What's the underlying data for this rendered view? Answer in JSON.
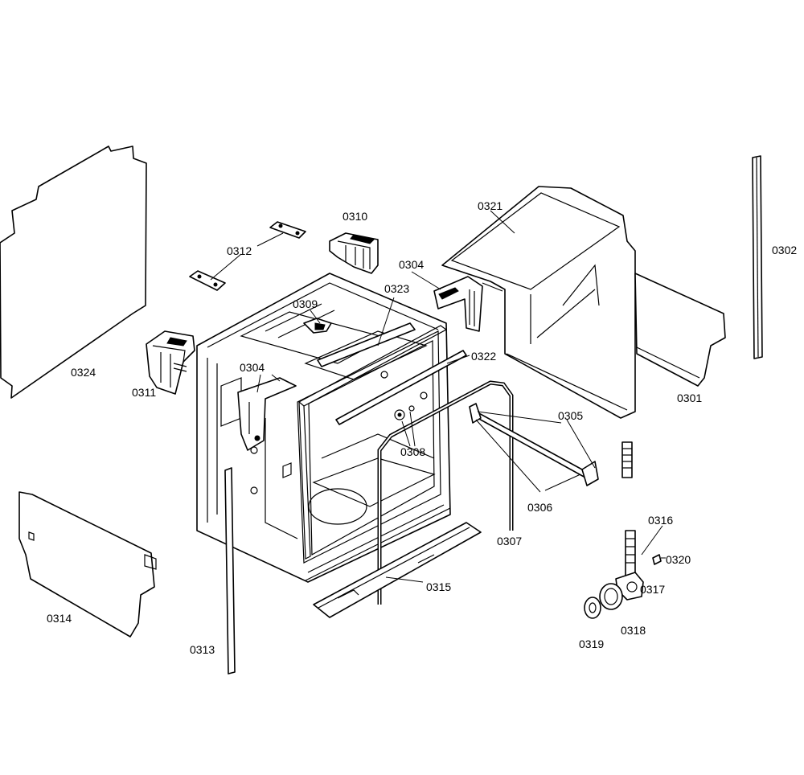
{
  "labels": {
    "l0301": "0301",
    "l0302": "0302",
    "l0304a": "0304",
    "l0304b": "0304",
    "l0305": "0305",
    "l0306": "0306",
    "l0307": "0307",
    "l0308": "0308",
    "l0309": "0309",
    "l0310": "0310",
    "l0311": "0311",
    "l0312": "0312",
    "l0313": "0313",
    "l0314": "0314",
    "l0315": "0315",
    "l0316": "0316",
    "l0317": "0317",
    "l0318": "0318",
    "l0319": "0319",
    "l0320": "0320",
    "l0321": "0321",
    "l0322": "0322",
    "l0323": "0323",
    "l0324": "0324"
  }
}
